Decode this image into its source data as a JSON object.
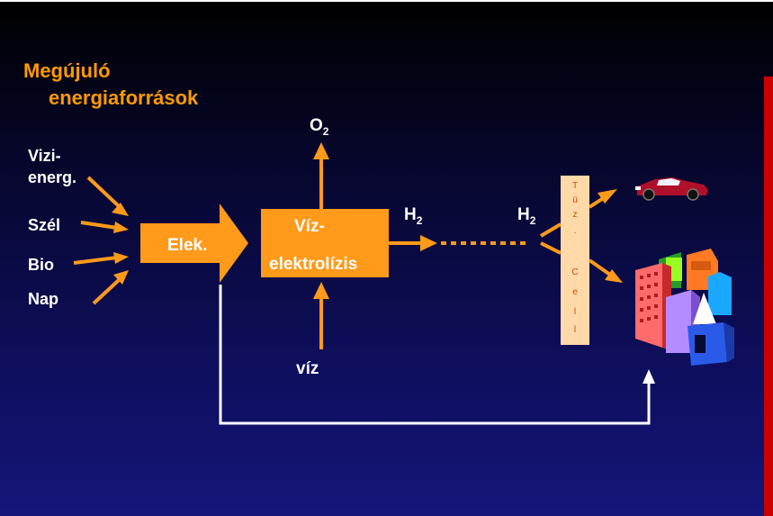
{
  "title": {
    "line1": "Megújuló",
    "line2": "energiaforrások"
  },
  "sources": {
    "vizi_line1": "Vizi-",
    "vizi_line2": "energ.",
    "szel": "Szél",
    "bio": "Bio",
    "nap": "Nap"
  },
  "elek_label": "Elek.",
  "electrolysis": {
    "line1": "Víz-",
    "line2": "elektrolízis"
  },
  "oxygen": {
    "symbol": "O",
    "subscript": "2"
  },
  "hydrogen_1": {
    "symbol": "H",
    "subscript": "2"
  },
  "hydrogen_2": {
    "symbol": "H",
    "subscript": "2"
  },
  "water_label": "víz",
  "fuel_cell_letters": [
    "T",
    "ü",
    "z",
    ".",
    "",
    "C",
    "e",
    "l",
    "l"
  ],
  "colors": {
    "accent_orange": "#ff9a1a",
    "title_orange": "#ff9a00",
    "fuel_cell": "#ffd9a8",
    "text": "#ffffff",
    "right_bar": "#cc0000"
  },
  "icons": [
    "car-icon",
    "city-buildings-icon"
  ]
}
